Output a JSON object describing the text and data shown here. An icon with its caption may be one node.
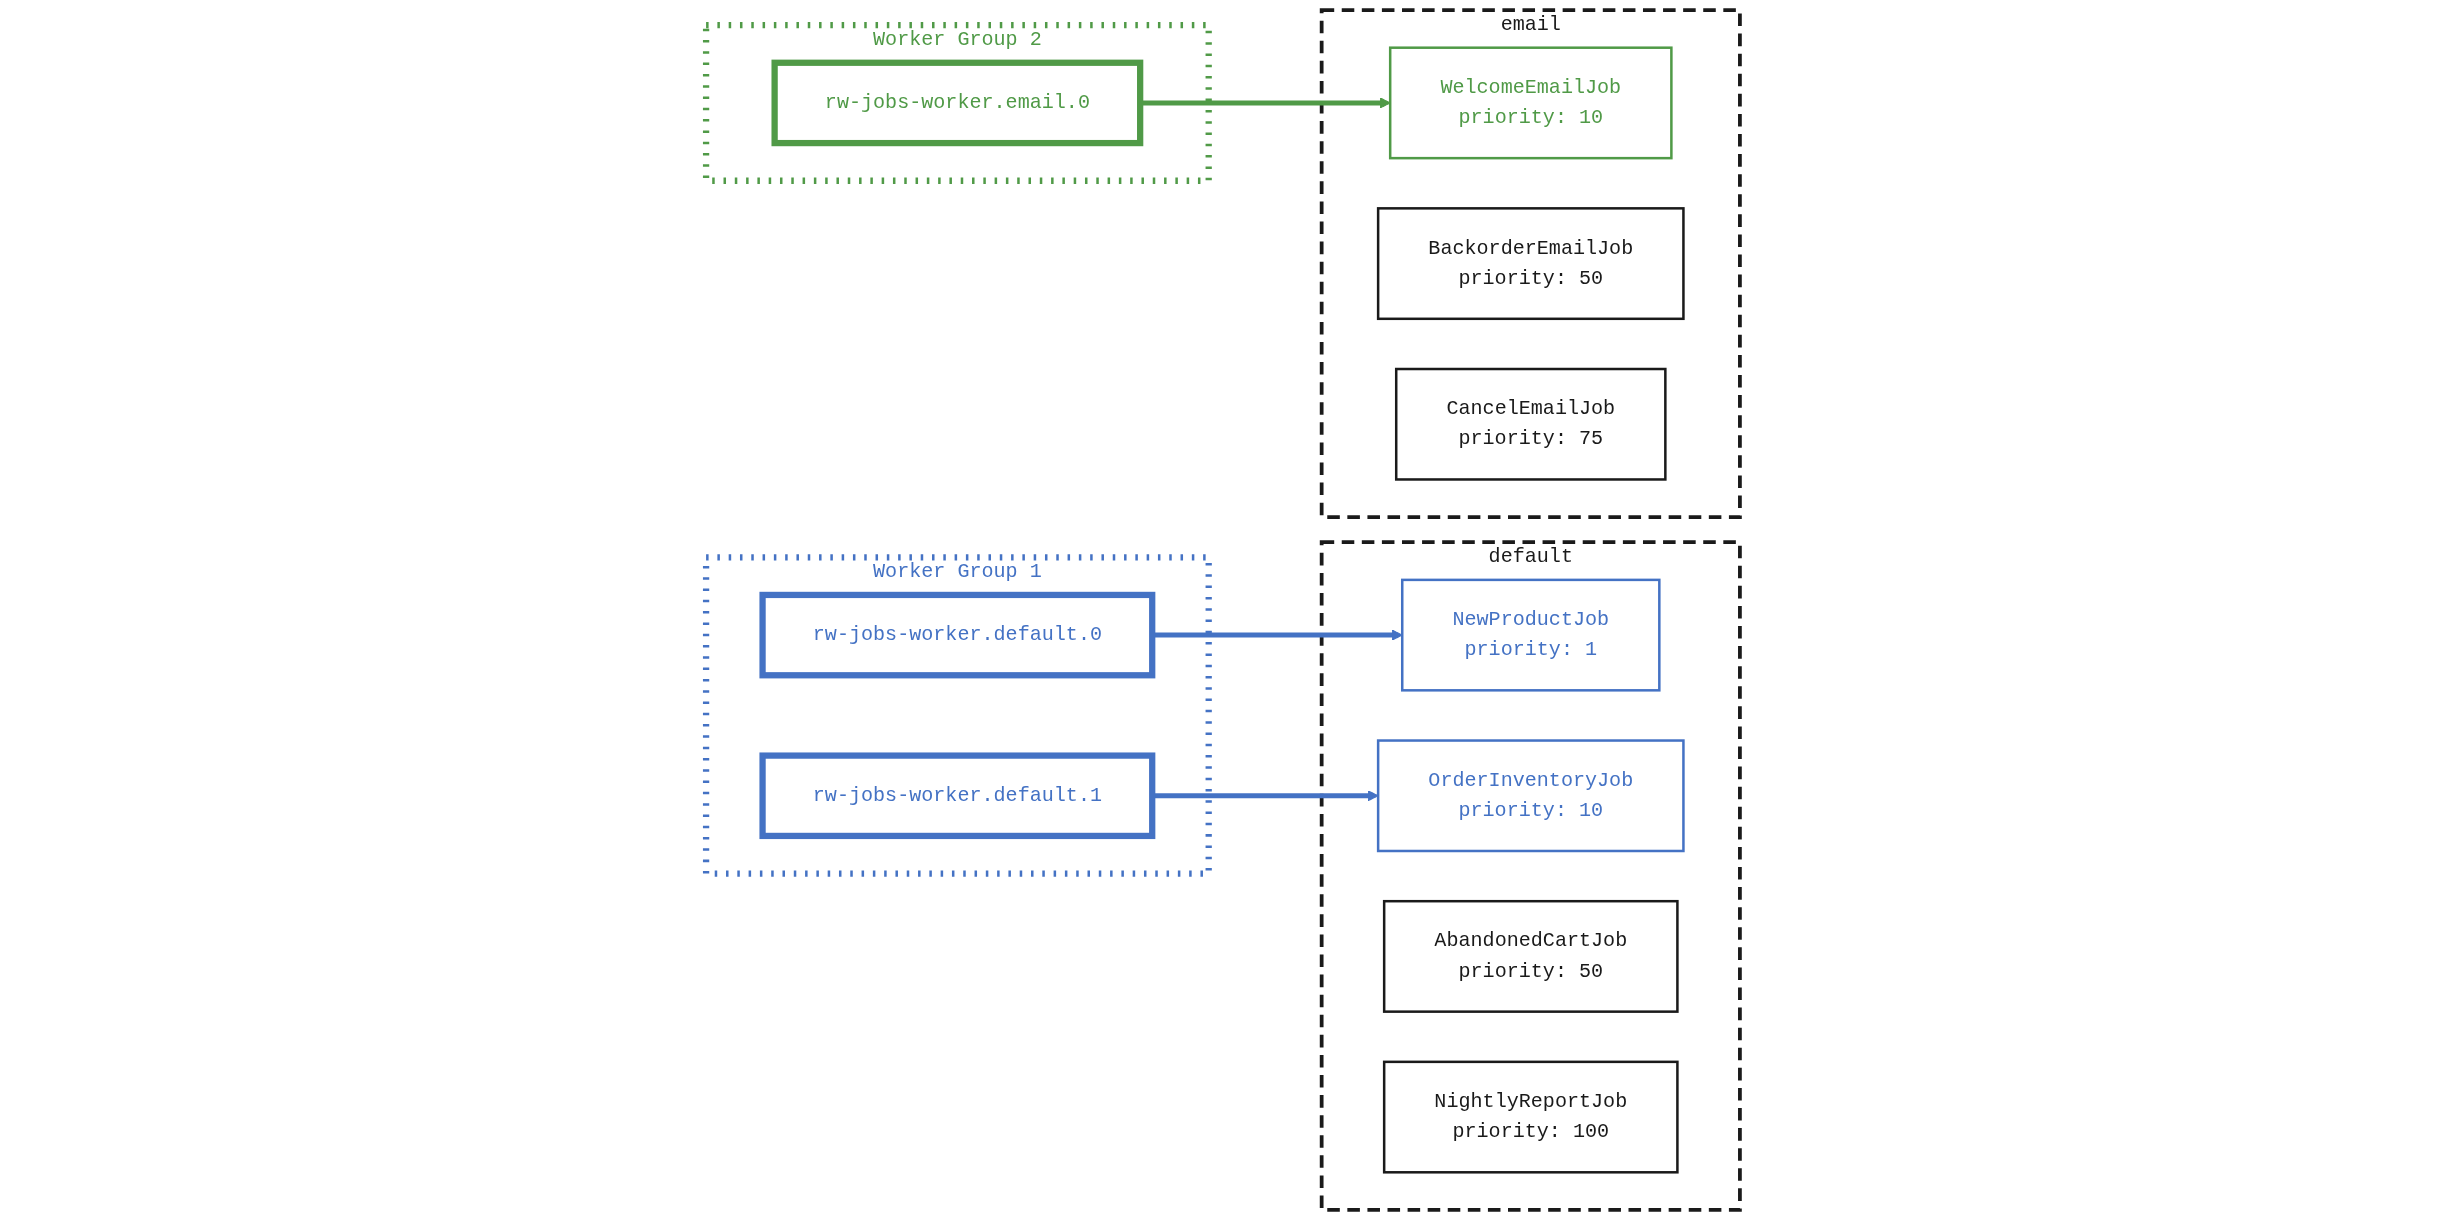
{
  "diagram": {
    "nodes": [
      {
        "text": [
          "Worker Group 1"
        ]
      },
      {
        "text": [
          "rw-jobs-worker.default.0"
        ],
        "in": 0
      },
      {
        "text": [
          "rw-jobs-worker.default.1"
        ],
        "in": 0
      },
      {
        "text": [
          "default"
        ]
      },
      {
        "text": [
          "NewProductJob",
          "priority: 1"
        ],
        "in": 3
      },
      {
        "text": [
          "OrderInventoryJob",
          "priority: 10"
        ],
        "in": 3
      },
      {
        "text": [
          "AbandonedCartJob",
          "priority: 50"
        ],
        "in": 3
      },
      {
        "text": [
          "NightlyReportJob",
          "priority: 100"
        ],
        "in": 3
      },
      {
        "text": [
          "email"
        ]
      },
      {
        "text": [
          "WelcomeEmailJob",
          "priority: 10"
        ],
        "in": 8
      },
      {
        "text": [
          "BackorderEmailJob",
          "priority: 50"
        ],
        "in": 8
      },
      {
        "text": [
          "CancelEmailJob",
          "priority: 75"
        ],
        "in": 8
      },
      {
        "text": [
          "Worker Group 2"
        ]
      },
      {
        "text": [
          "rw-jobs-worker.email.0"
        ],
        "in": 12
      }
    ],
    "edges": [
      {
        "from": 1,
        "to": 4,
        "arrow": "to",
        "color": "#4472c4"
      },
      {
        "from": 2,
        "to": 5,
        "arrow": "to",
        "color": "#4472c4"
      },
      {
        "from": 13,
        "to": 9,
        "arrow": "to",
        "color": "#509a47"
      }
    ]
  }
}
